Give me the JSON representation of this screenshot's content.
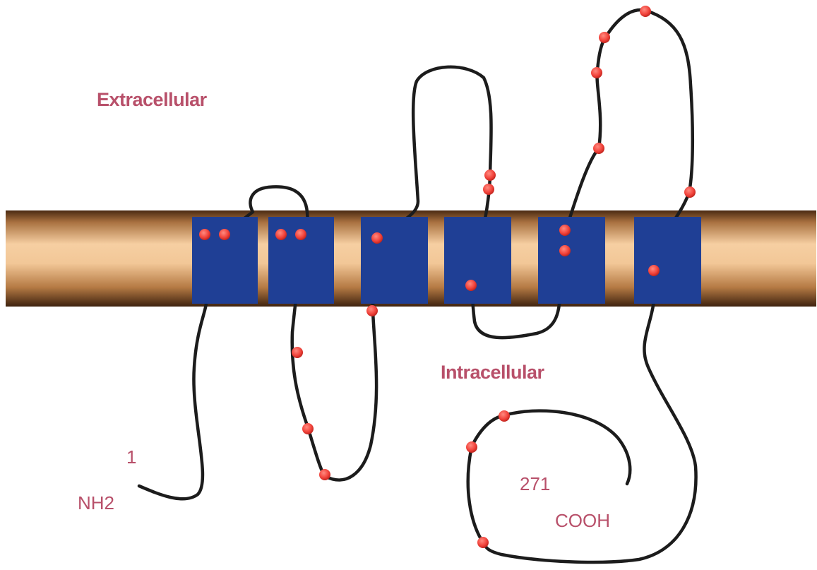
{
  "labels": {
    "extracellular": "Extracellular",
    "intracellular": "Intracellular",
    "n_terminus_number": "1",
    "n_terminus": "NH2",
    "c_terminus_number": "271",
    "c_terminus": "COOH"
  },
  "membrane": {
    "transmembrane_domains": 6
  },
  "colors": {
    "membrane_light": "#f4c99a",
    "membrane_mid": "#d9a06a",
    "membrane_dark": "#5a3418",
    "domain": "#1f3f95",
    "chain": "#1c1c1c",
    "residue": "#f2443c",
    "label": "#b8506a"
  }
}
